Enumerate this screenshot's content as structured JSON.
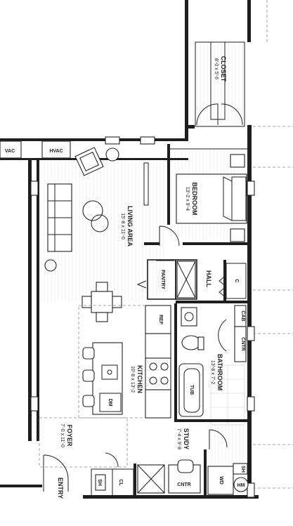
{
  "rooms": {
    "closet": {
      "name": "CLOSET",
      "dims": "8'-0 x 5'-6"
    },
    "bedroom": {
      "name": "BEDROOM",
      "dims": "13'-2 x 9'-4"
    },
    "living": {
      "name": "LIVING AREA",
      "dims": "15'-8 x 11'-0"
    },
    "hall": {
      "name": "HALL"
    },
    "kitchen": {
      "name": "KITCHEN",
      "dims": "10'-8 x 13'-2"
    },
    "bathroom": {
      "name": "BATHROOM",
      "dims": "13'-8 x 7'-2"
    },
    "foyer": {
      "name": "FOYER",
      "dims": "7'-0 x 11'-0"
    },
    "study": {
      "name": "STUDY",
      "dims": "7'-4 x 9'-8"
    },
    "entry": {
      "name": "ENTRY"
    }
  },
  "fixtures": {
    "hvac_left": "VAC",
    "hvac": "HVAC",
    "pantry": "PANTRY",
    "c": "C",
    "ref": "REF",
    "cab": "CAB",
    "cntr": "CNTR",
    "tub": "TUB",
    "dm": "DM",
    "sh": "SH",
    "cl": "CL",
    "cntr_bottom": "CNTR",
    "wd": "WD",
    "sh_right": "SH",
    "hm": "HM"
  }
}
